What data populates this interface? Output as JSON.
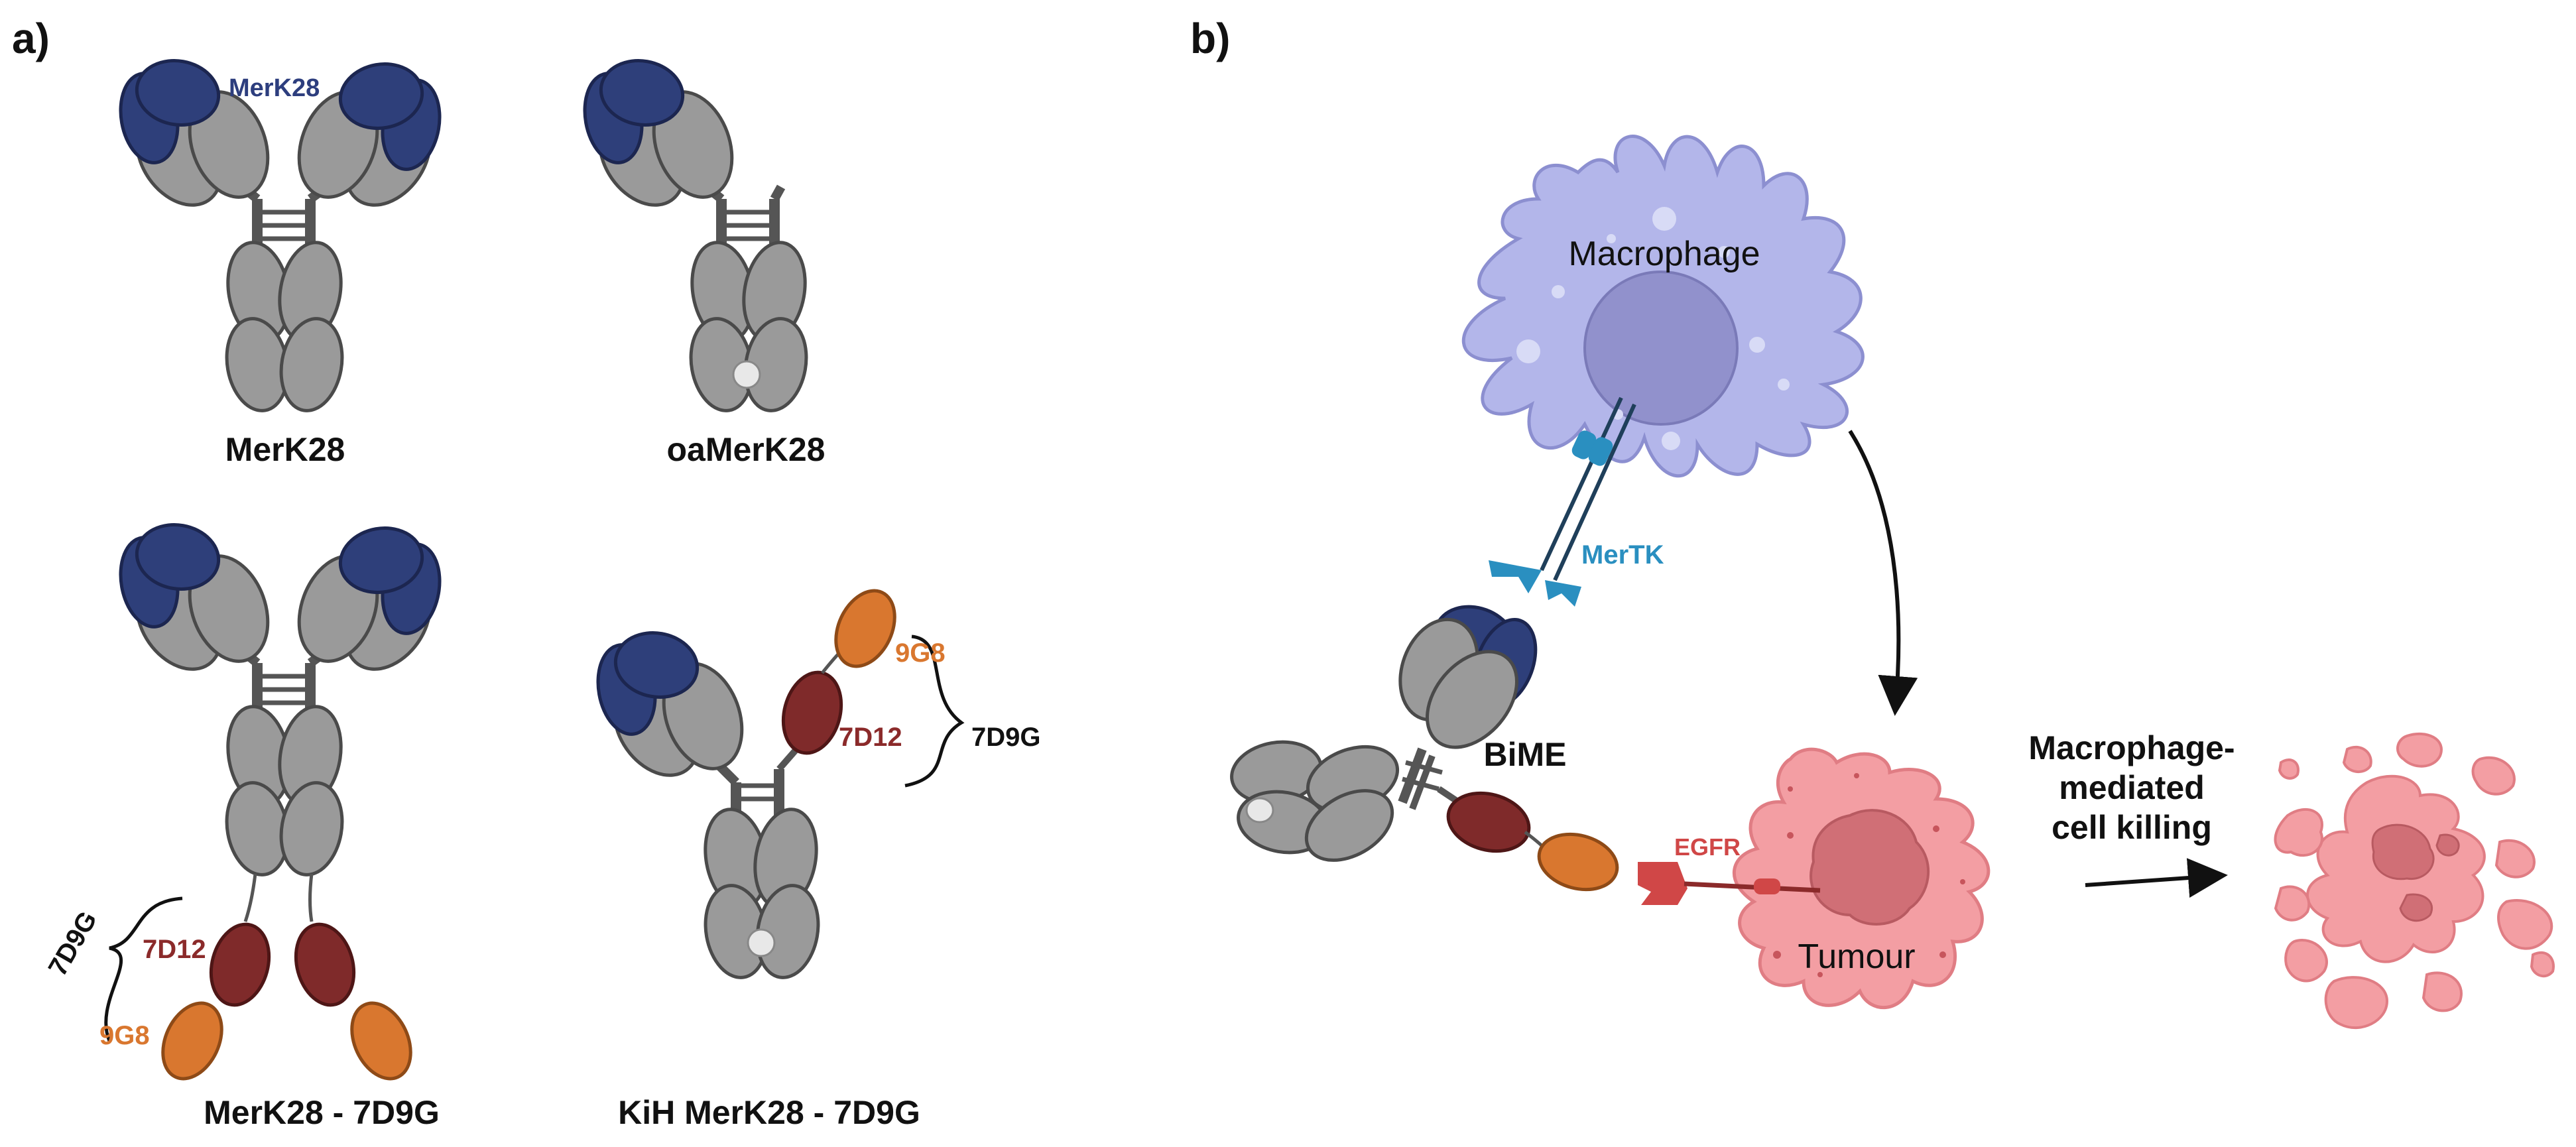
{
  "panel_a": {
    "label": "a)",
    "merk28_tag": "MerK28",
    "caption_merk28": "MerK28",
    "caption_oamerk28": "oaMerK28",
    "caption_merk28_7d9g": "MerK28 - 7D9G",
    "caption_kih": "KiH MerK28 - 7D9G",
    "label_7d9g": "7D9G",
    "label_7d12": "7D12",
    "label_9g8": "9G8"
  },
  "panel_b": {
    "label": "b)",
    "macrophage": "Macrophage",
    "mertk": "MerTK",
    "bime": "BiME",
    "egfr": "EGFR",
    "tumour": "Tumour",
    "killing_line1": "Macrophage-",
    "killing_line2": "mediated",
    "killing_line3": "cell killing"
  },
  "colors": {
    "navy": "#2e3f7a",
    "grey": "#9a9a9a",
    "maroon": "#7f2a2a",
    "orange": "#d9772f",
    "macrophage": "#b3b6ea",
    "nucleus": "#9191cc",
    "tumour": "#f39ea3",
    "mertk": "#2a8fc0",
    "egfr": "#d04747"
  }
}
